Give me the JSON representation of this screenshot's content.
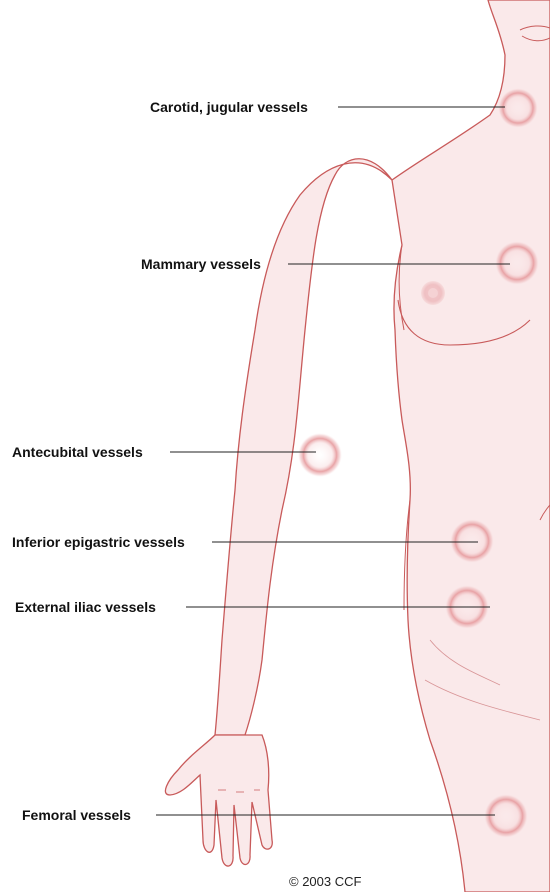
{
  "labels": {
    "carotid": "Carotid, jugular vessels",
    "mammary": "Mammary vessels",
    "antecubital": "Antecubital vessels",
    "epigastric": "Inferior epigastric vessels",
    "iliac": "External iliac vessels",
    "femoral": "Femoral vessels"
  },
  "copyright": "© 2003 CCF",
  "colors": {
    "skin": "#fae9ea",
    "outline": "#c85a5a",
    "marker": "#e8a9aa",
    "leader": "#222222",
    "background": "#ffffff"
  }
}
